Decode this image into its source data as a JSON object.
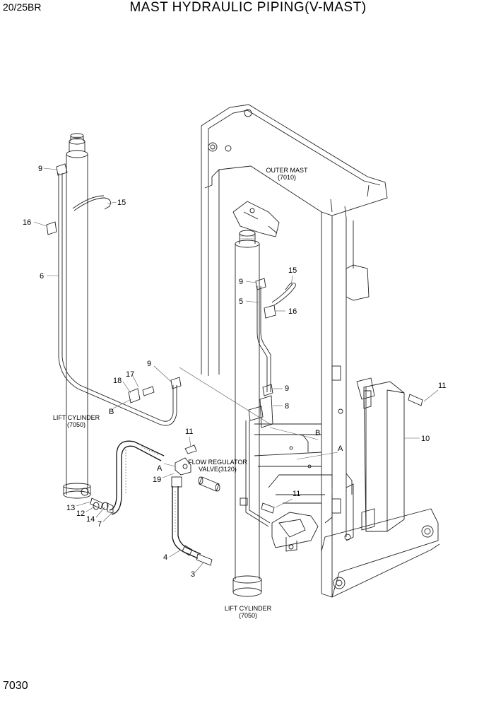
{
  "header": {
    "model": "20/25BR",
    "title": "MAST HYDRAULIC PIPING(V-MAST)"
  },
  "footer": {
    "page_number": "7030"
  },
  "assemblies": {
    "outer_mast": {
      "name": "OUTER MAST",
      "code": "(7010)"
    },
    "lift_cylinder_left": {
      "name": "LIFT CYLINDER",
      "code": "(7050)"
    },
    "lift_cylinder_right": {
      "name": "LIFT CYLINDER",
      "code": "(7050)"
    },
    "flow_regulator": {
      "name": "FLOW REGULATOR",
      "code": "VALVE(3120)"
    }
  },
  "callouts": [
    {
      "id": "c9a",
      "label": "9"
    },
    {
      "id": "c15a",
      "label": "15"
    },
    {
      "id": "c16a",
      "label": "16"
    },
    {
      "id": "c6",
      "label": "6"
    },
    {
      "id": "c9b",
      "label": "9"
    },
    {
      "id": "c17",
      "label": "17"
    },
    {
      "id": "c18",
      "label": "18"
    },
    {
      "id": "cBa",
      "label": "B"
    },
    {
      "id": "c11a",
      "label": "11"
    },
    {
      "id": "cAa",
      "label": "A"
    },
    {
      "id": "c19",
      "label": "19"
    },
    {
      "id": "c13",
      "label": "13"
    },
    {
      "id": "c12",
      "label": "12"
    },
    {
      "id": "c14",
      "label": "14"
    },
    {
      "id": "c7",
      "label": "7"
    },
    {
      "id": "c4",
      "label": "4"
    },
    {
      "id": "c3",
      "label": "3"
    },
    {
      "id": "c9c",
      "label": "9"
    },
    {
      "id": "c15b",
      "label": "15"
    },
    {
      "id": "c5",
      "label": "5"
    },
    {
      "id": "c16b",
      "label": "16"
    },
    {
      "id": "c9d",
      "label": "9"
    },
    {
      "id": "c8",
      "label": "8"
    },
    {
      "id": "cBb",
      "label": "B"
    },
    {
      "id": "cAb",
      "label": "A"
    },
    {
      "id": "c11b",
      "label": "11"
    },
    {
      "id": "c11c",
      "label": "11"
    },
    {
      "id": "c10",
      "label": "10"
    }
  ]
}
